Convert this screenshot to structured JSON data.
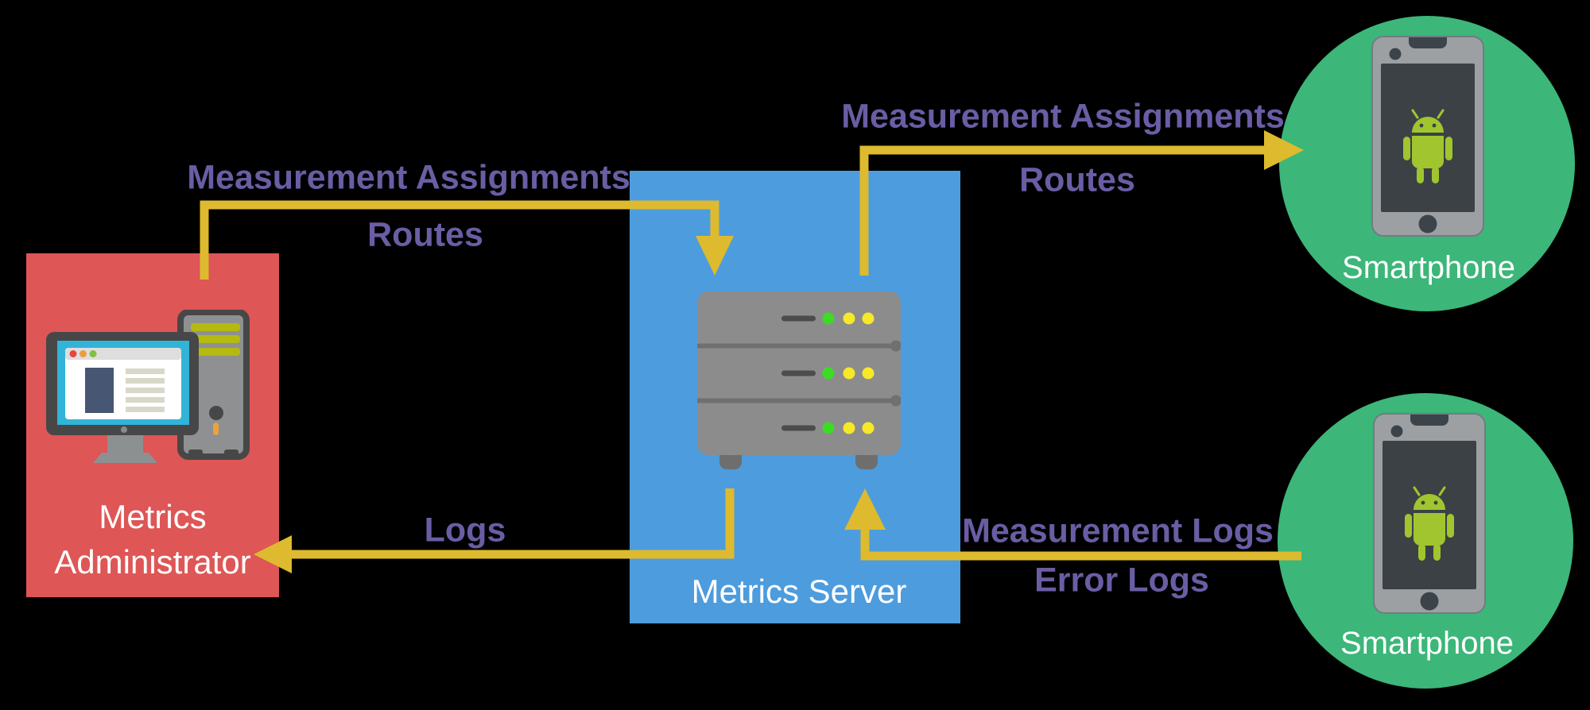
{
  "diagram_title": "",
  "colors": {
    "background": "#000000",
    "admin_box": "#de5656",
    "server_box": "#4d9cdd",
    "phone_circle": "#3cb679",
    "arrow": "#deba2e",
    "label_purple": "#6a5da4",
    "label_white": "#ffffff",
    "android_green": "#a0c52f"
  },
  "icons": {
    "admin": "desktop-computer-icon",
    "server": "server-rack-icon",
    "phone_top": "android-smartphone-icon",
    "phone_bottom": "android-smartphone-icon"
  },
  "nodes": {
    "admin": {
      "label_line1": "Metrics",
      "label_line2": "Administrator"
    },
    "server": {
      "label": "Metrics Server"
    },
    "phone_top": {
      "label": "Smartphone"
    },
    "phone_bottom": {
      "label": "Smartphone"
    }
  },
  "edges": {
    "admin_to_server": {
      "line1": "Measurement Assignments",
      "line2": "Routes",
      "direction": "admin to server"
    },
    "server_to_phone_top": {
      "line1": "Measurement Assignments",
      "line2": "Routes",
      "direction": "server to smartphone"
    },
    "server_to_admin": {
      "label": "Logs",
      "direction": "server to admin"
    },
    "phone_bottom_to_server": {
      "line1": "Measurement Logs",
      "line2": "Error Logs",
      "direction": "smartphone to server"
    }
  }
}
